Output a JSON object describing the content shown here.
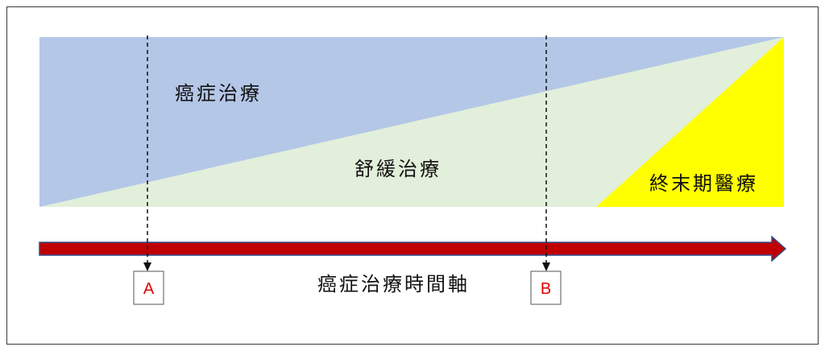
{
  "labels": {
    "cancer_treatment": "癌症治療",
    "palliative_care": "舒緩治療",
    "end_of_life_care": "終末期醫療",
    "timeline": "癌症治療時間軸"
  },
  "markers": {
    "a": "A",
    "b": "B"
  },
  "colors": {
    "cancer_treatment": "#b4c7e7",
    "palliative_care": "#e2efda",
    "end_of_life_care": "#ffff00",
    "timeline_arrow": "#c00000",
    "timeline_arrow_outline": "#2f4f8f",
    "marker_text": "#e00000"
  }
}
